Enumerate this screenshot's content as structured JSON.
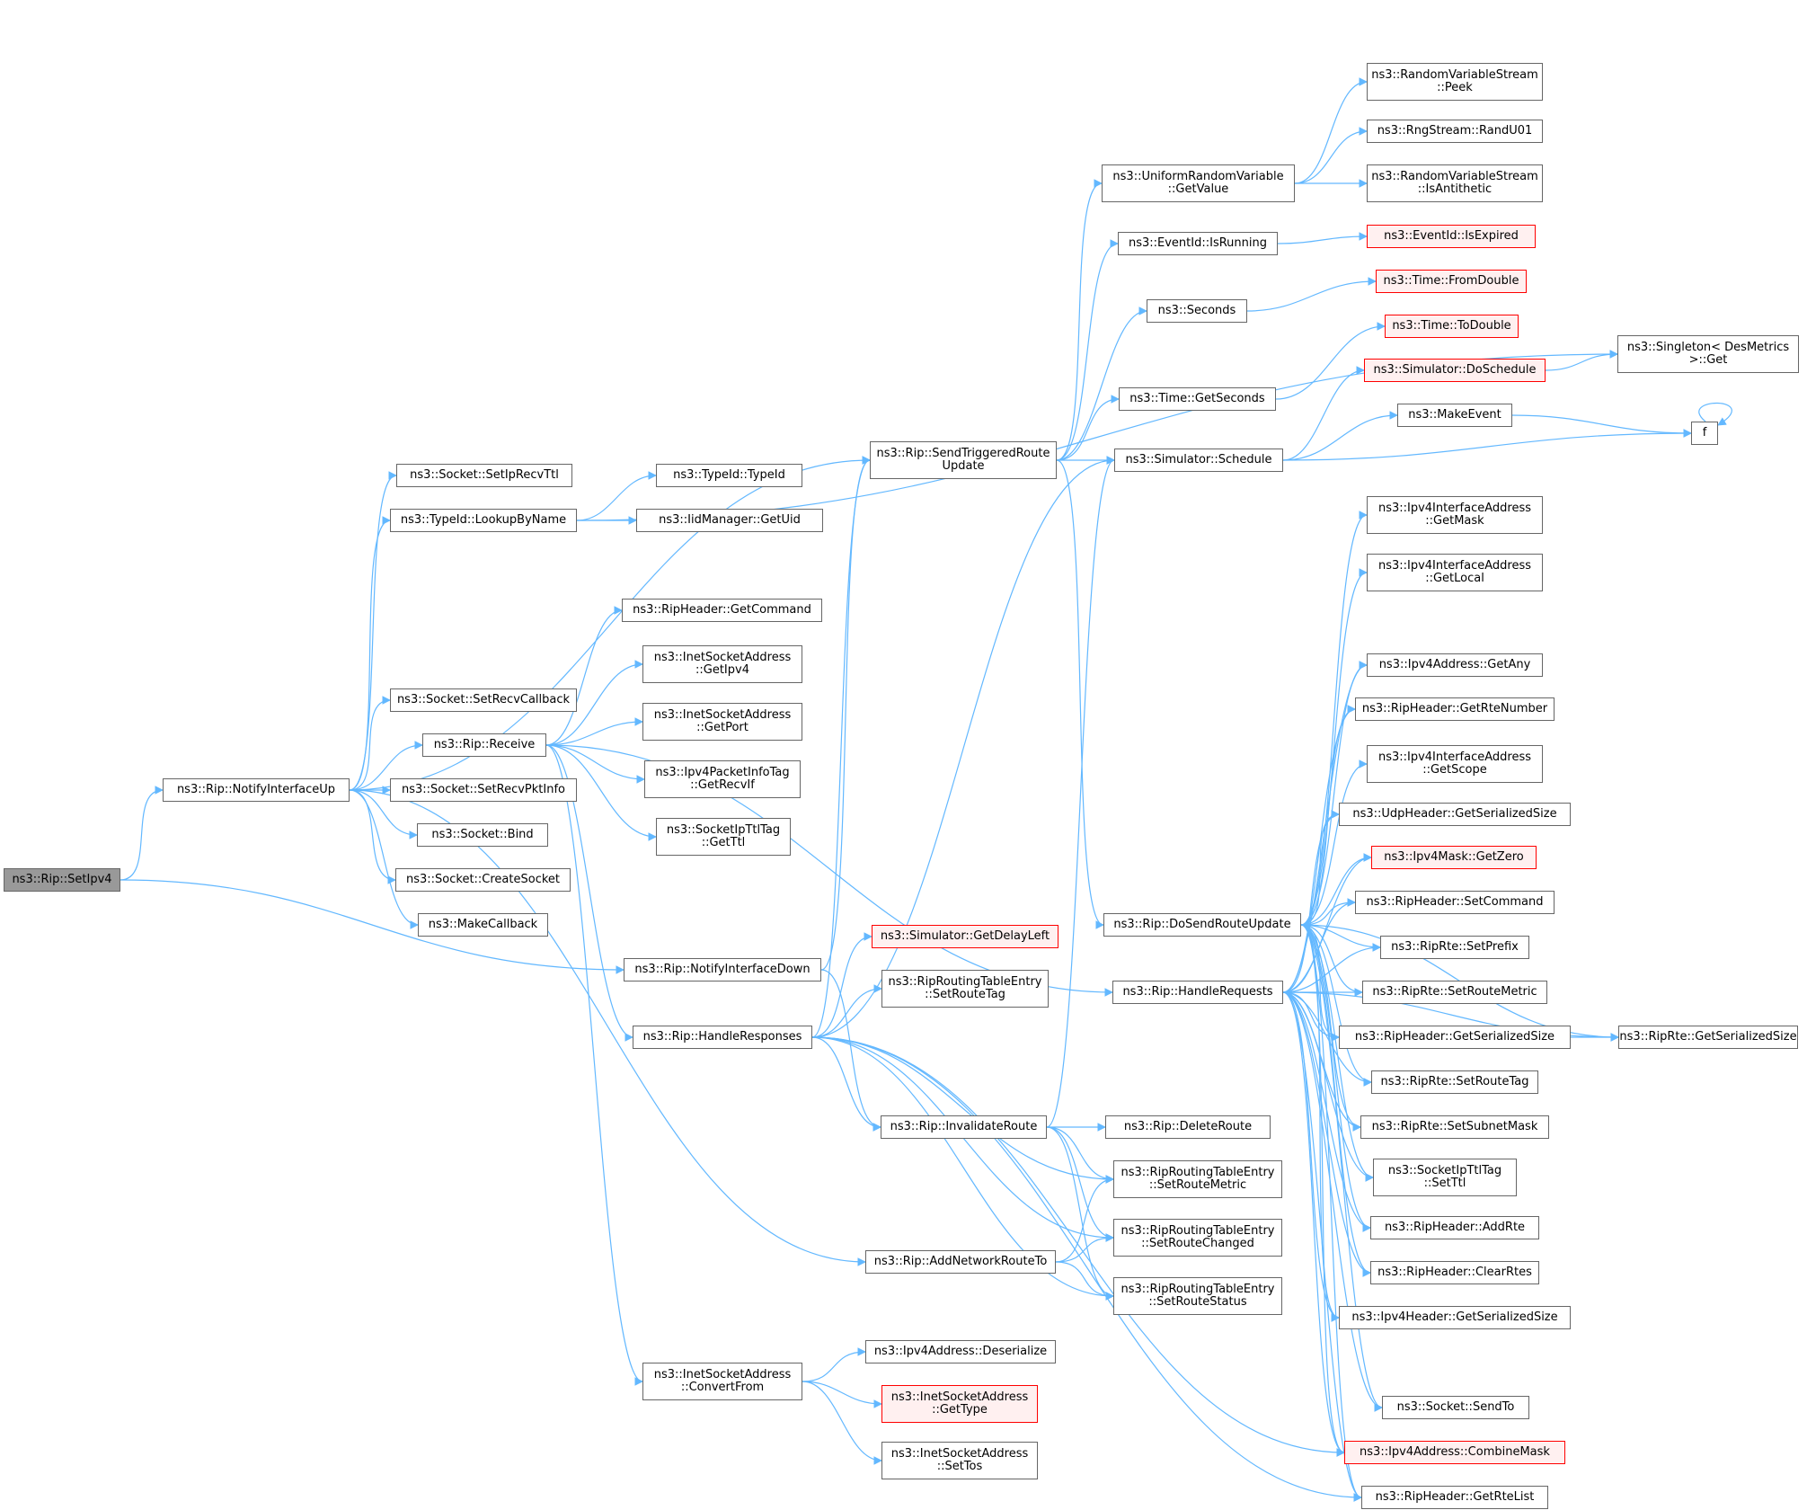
{
  "diagram": {
    "edge_color": "#63b8ff",
    "node_border": "#666666",
    "node_red_border": "#ff0000",
    "node_red_fill": "#fff0f0",
    "current_fill": "#999999",
    "nodes": [
      {
        "id": "setipv4",
        "l1": "ns3::Rip::SetIpv4",
        "l2": "",
        "style": "current"
      },
      {
        "id": "notifyup",
        "l1": "ns3::Rip::NotifyInterfaceUp",
        "l2": "",
        "style": ""
      },
      {
        "id": "setiprecvttl",
        "l1": "ns3::Socket::SetIpRecvTtl",
        "l2": "",
        "style": ""
      },
      {
        "id": "lookupbyname",
        "l1": "ns3::TypeId::LookupByName",
        "l2": "",
        "style": ""
      },
      {
        "id": "typeid",
        "l1": "ns3::TypeId::TypeId",
        "l2": "",
        "style": ""
      },
      {
        "id": "getuid",
        "l1": "ns3::IidManager::GetUid",
        "l2": "",
        "style": ""
      },
      {
        "id": "setrecvcallback",
        "l1": "ns3::Socket::SetRecvCallback",
        "l2": "",
        "style": ""
      },
      {
        "id": "receive",
        "l1": "ns3::Rip::Receive",
        "l2": "",
        "style": ""
      },
      {
        "id": "setrecvpktinfo",
        "l1": "ns3::Socket::SetRecvPktInfo",
        "l2": "",
        "style": ""
      },
      {
        "id": "bind",
        "l1": "ns3::Socket::Bind",
        "l2": "",
        "style": ""
      },
      {
        "id": "createsocket",
        "l1": "ns3::Socket::CreateSocket",
        "l2": "",
        "style": ""
      },
      {
        "id": "makecallback",
        "l1": "ns3::MakeCallback",
        "l2": "",
        "style": ""
      },
      {
        "id": "getcommand",
        "l1": "ns3::RipHeader::GetCommand",
        "l2": "",
        "style": ""
      },
      {
        "id": "getipv4",
        "l1": "ns3::InetSocketAddress",
        "l2": "::GetIpv4",
        "style": ""
      },
      {
        "id": "getport",
        "l1": "ns3::InetSocketAddress",
        "l2": "::GetPort",
        "style": ""
      },
      {
        "id": "getrecvif",
        "l1": "ns3::Ipv4PacketInfoTag",
        "l2": "::GetRecvIf",
        "style": ""
      },
      {
        "id": "getttl",
        "l1": "ns3::SocketIpTtlTag",
        "l2": "::GetTtl",
        "style": ""
      },
      {
        "id": "notifydown",
        "l1": "ns3::Rip::NotifyInterfaceDown",
        "l2": "",
        "style": ""
      },
      {
        "id": "handleresponses",
        "l1": "ns3::Rip::HandleResponses",
        "l2": "",
        "style": ""
      },
      {
        "id": "convertfrom",
        "l1": "ns3::InetSocketAddress",
        "l2": "::ConvertFrom",
        "style": ""
      },
      {
        "id": "sendtriggered",
        "l1": "ns3::Rip::SendTriggeredRoute",
        "l2": "Update",
        "style": ""
      },
      {
        "id": "getdelayleft",
        "l1": "ns3::Simulator::GetDelayLeft",
        "l2": "",
        "style": "red"
      },
      {
        "id": "setroutetag_rte",
        "l1": "ns3::RipRoutingTableEntry",
        "l2": "::SetRouteTag",
        "style": ""
      },
      {
        "id": "invalidateroute",
        "l1": "ns3::Rip::InvalidateRoute",
        "l2": "",
        "style": ""
      },
      {
        "id": "addnetworkroute",
        "l1": "ns3::Rip::AddNetworkRouteTo",
        "l2": "",
        "style": ""
      },
      {
        "id": "deserialize",
        "l1": "ns3::Ipv4Address::Deserialize",
        "l2": "",
        "style": ""
      },
      {
        "id": "gettype",
        "l1": "ns3::InetSocketAddress",
        "l2": "::GetType",
        "style": "red"
      },
      {
        "id": "settos",
        "l1": "ns3::InetSocketAddress",
        "l2": "::SetTos",
        "style": ""
      },
      {
        "id": "urv_getvalue",
        "l1": "ns3::UniformRandomVariable",
        "l2": "::GetValue",
        "style": ""
      },
      {
        "id": "isrunning",
        "l1": "ns3::EventId::IsRunning",
        "l2": "",
        "style": ""
      },
      {
        "id": "seconds",
        "l1": "ns3::Seconds",
        "l2": "",
        "style": ""
      },
      {
        "id": "getseconds",
        "l1": "ns3::Time::GetSeconds",
        "l2": "",
        "style": ""
      },
      {
        "id": "schedule",
        "l1": "ns3::Simulator::Schedule",
        "l2": "",
        "style": ""
      },
      {
        "id": "deleteroute",
        "l1": "ns3::Rip::DeleteRoute",
        "l2": "",
        "style": ""
      },
      {
        "id": "setroutemetric_rte",
        "l1": "ns3::RipRoutingTableEntry",
        "l2": "::SetRouteMetric",
        "style": ""
      },
      {
        "id": "setroutechanged",
        "l1": "ns3::RipRoutingTableEntry",
        "l2": "::SetRouteChanged",
        "style": ""
      },
      {
        "id": "setroutestatus",
        "l1": "ns3::RipRoutingTableEntry",
        "l2": "::SetRouteStatus",
        "style": ""
      },
      {
        "id": "dosendrouteupdate",
        "l1": "ns3::Rip::DoSendRouteUpdate",
        "l2": "",
        "style": ""
      },
      {
        "id": "handlerequests",
        "l1": "ns3::Rip::HandleRequests",
        "l2": "",
        "style": ""
      },
      {
        "id": "peek",
        "l1": "ns3::RandomVariableStream",
        "l2": "::Peek",
        "style": ""
      },
      {
        "id": "randu01",
        "l1": "ns3::RngStream::RandU01",
        "l2": "",
        "style": ""
      },
      {
        "id": "isantithetic",
        "l1": "ns3::RandomVariableStream",
        "l2": "::IsAntithetic",
        "style": ""
      },
      {
        "id": "isexpired",
        "l1": "ns3::EventId::IsExpired",
        "l2": "",
        "style": "red"
      },
      {
        "id": "fromdouble",
        "l1": "ns3::Time::FromDouble",
        "l2": "",
        "style": "red"
      },
      {
        "id": "todouble",
        "l1": "ns3::Time::ToDouble",
        "l2": "",
        "style": "red"
      },
      {
        "id": "doschedule",
        "l1": "ns3::Simulator::DoSchedule",
        "l2": "",
        "style": "red"
      },
      {
        "id": "makeevent",
        "l1": "ns3::MakeEvent",
        "l2": "",
        "style": ""
      },
      {
        "id": "singleton",
        "l1": "ns3::Singleton< DesMetrics",
        "l2": " >::Get",
        "style": ""
      },
      {
        "id": "f",
        "l1": "f",
        "l2": "",
        "style": ""
      },
      {
        "id": "getmask",
        "l1": "ns3::Ipv4InterfaceAddress",
        "l2": "::GetMask",
        "style": ""
      },
      {
        "id": "getlocal",
        "l1": "ns3::Ipv4InterfaceAddress",
        "l2": "::GetLocal",
        "style": ""
      },
      {
        "id": "getany",
        "l1": "ns3::Ipv4Address::GetAny",
        "l2": "",
        "style": ""
      },
      {
        "id": "getrtenumber",
        "l1": "ns3::RipHeader::GetRteNumber",
        "l2": "",
        "style": ""
      },
      {
        "id": "getscope",
        "l1": "ns3::Ipv4InterfaceAddress",
        "l2": "::GetScope",
        "style": ""
      },
      {
        "id": "udp_serialized",
        "l1": "ns3::UdpHeader::GetSerializedSize",
        "l2": "",
        "style": ""
      },
      {
        "id": "getzero",
        "l1": "ns3::Ipv4Mask::GetZero",
        "l2": "",
        "style": "red"
      },
      {
        "id": "setcommand",
        "l1": "ns3::RipHeader::SetCommand",
        "l2": "",
        "style": ""
      },
      {
        "id": "setprefix",
        "l1": "ns3::RipRte::SetPrefix",
        "l2": "",
        "style": ""
      },
      {
        "id": "setroutemetric_riprte",
        "l1": "ns3::RipRte::SetRouteMetric",
        "l2": "",
        "style": ""
      },
      {
        "id": "ripheader_serialized",
        "l1": "ns3::RipHeader::GetSerializedSize",
        "l2": "",
        "style": ""
      },
      {
        "id": "riprte_serialized",
        "l1": "ns3::RipRte::GetSerializedSize",
        "l2": "",
        "style": ""
      },
      {
        "id": "setroutetag_riprte",
        "l1": "ns3::RipRte::SetRouteTag",
        "l2": "",
        "style": ""
      },
      {
        "id": "setsubnetmask",
        "l1": "ns3::RipRte::SetSubnetMask",
        "l2": "",
        "style": ""
      },
      {
        "id": "setttl",
        "l1": "ns3::SocketIpTtlTag",
        "l2": "::SetTtl",
        "style": ""
      },
      {
        "id": "addrte",
        "l1": "ns3::RipHeader::AddRte",
        "l2": "",
        "style": ""
      },
      {
        "id": "clearrtes",
        "l1": "ns3::RipHeader::ClearRtes",
        "l2": "",
        "style": ""
      },
      {
        "id": "ipv4header_serialized",
        "l1": "ns3::Ipv4Header::GetSerializedSize",
        "l2": "",
        "style": ""
      },
      {
        "id": "sendto",
        "l1": "ns3::Socket::SendTo",
        "l2": "",
        "style": ""
      },
      {
        "id": "combinemask",
        "l1": "ns3::Ipv4Address::CombineMask",
        "l2": "",
        "style": "red"
      },
      {
        "id": "getrtelist",
        "l1": "ns3::RipHeader::GetRteList",
        "l2": "",
        "style": ""
      }
    ],
    "edges": [
      [
        "setipv4",
        "notifyup"
      ],
      [
        "setipv4",
        "notifydown"
      ],
      [
        "notifyup",
        "setiprecvttl"
      ],
      [
        "notifyup",
        "lookupbyname"
      ],
      [
        "notifyup",
        "sendtriggered"
      ],
      [
        "notifyup",
        "setrecvcallback"
      ],
      [
        "notifyup",
        "receive"
      ],
      [
        "notifyup",
        "setrecvpktinfo"
      ],
      [
        "notifyup",
        "bind"
      ],
      [
        "notifyup",
        "createsocket"
      ],
      [
        "notifyup",
        "makecallback"
      ],
      [
        "notifyup",
        "addnetworkroute"
      ],
      [
        "lookupbyname",
        "typeid"
      ],
      [
        "lookupbyname",
        "getuid"
      ],
      [
        "lookupbyname",
        "singleton"
      ],
      [
        "receive",
        "getcommand"
      ],
      [
        "receive",
        "getipv4"
      ],
      [
        "receive",
        "getport"
      ],
      [
        "receive",
        "getrecvif"
      ],
      [
        "receive",
        "getttl"
      ],
      [
        "receive",
        "handleresponses"
      ],
      [
        "receive",
        "convertfrom"
      ],
      [
        "receive",
        "handlerequests"
      ],
      [
        "notifydown",
        "sendtriggered"
      ],
      [
        "notifydown",
        "invalidateroute"
      ],
      [
        "handleresponses",
        "sendtriggered"
      ],
      [
        "handleresponses",
        "getdelayleft"
      ],
      [
        "handleresponses",
        "setroutetag_rte"
      ],
      [
        "handleresponses",
        "invalidateroute"
      ],
      [
        "handleresponses",
        "schedule"
      ],
      [
        "handleresponses",
        "setroutemetric_rte"
      ],
      [
        "handleresponses",
        "setroutechanged"
      ],
      [
        "handleresponses",
        "setroutestatus"
      ],
      [
        "handleresponses",
        "combinemask"
      ],
      [
        "handleresponses",
        "getrtelist"
      ],
      [
        "convertfrom",
        "deserialize"
      ],
      [
        "convertfrom",
        "gettype"
      ],
      [
        "convertfrom",
        "settos"
      ],
      [
        "sendtriggered",
        "urv_getvalue"
      ],
      [
        "sendtriggered",
        "isrunning"
      ],
      [
        "sendtriggered",
        "seconds"
      ],
      [
        "sendtriggered",
        "getseconds"
      ],
      [
        "sendtriggered",
        "schedule"
      ],
      [
        "sendtriggered",
        "dosendrouteupdate"
      ],
      [
        "invalidateroute",
        "deleteroute"
      ],
      [
        "invalidateroute",
        "setroutemetric_rte"
      ],
      [
        "invalidateroute",
        "setroutechanged"
      ],
      [
        "invalidateroute",
        "setroutestatus"
      ],
      [
        "invalidateroute",
        "schedule"
      ],
      [
        "addnetworkroute",
        "setroutemetric_rte"
      ],
      [
        "addnetworkroute",
        "setroutechanged"
      ],
      [
        "addnetworkroute",
        "setroutestatus"
      ],
      [
        "urv_getvalue",
        "peek"
      ],
      [
        "urv_getvalue",
        "randu01"
      ],
      [
        "urv_getvalue",
        "isantithetic"
      ],
      [
        "isrunning",
        "isexpired"
      ],
      [
        "seconds",
        "fromdouble"
      ],
      [
        "getseconds",
        "todouble"
      ],
      [
        "schedule",
        "doschedule"
      ],
      [
        "schedule",
        "makeevent"
      ],
      [
        "schedule",
        "f"
      ],
      [
        "doschedule",
        "singleton"
      ],
      [
        "makeevent",
        "f"
      ],
      [
        "f",
        "f"
      ],
      [
        "dosendrouteupdate",
        "getmask"
      ],
      [
        "dosendrouteupdate",
        "getlocal"
      ],
      [
        "dosendrouteupdate",
        "getany"
      ],
      [
        "dosendrouteupdate",
        "getrtenumber"
      ],
      [
        "dosendrouteupdate",
        "getscope"
      ],
      [
        "dosendrouteupdate",
        "udp_serialized"
      ],
      [
        "dosendrouteupdate",
        "getzero"
      ],
      [
        "dosendrouteupdate",
        "setcommand"
      ],
      [
        "dosendrouteupdate",
        "setprefix"
      ],
      [
        "dosendrouteupdate",
        "setroutemetric_riprte"
      ],
      [
        "dosendrouteupdate",
        "ripheader_serialized"
      ],
      [
        "dosendrouteupdate",
        "riprte_serialized"
      ],
      [
        "dosendrouteupdate",
        "setroutetag_riprte"
      ],
      [
        "dosendrouteupdate",
        "setsubnetmask"
      ],
      [
        "dosendrouteupdate",
        "setttl"
      ],
      [
        "dosendrouteupdate",
        "addrte"
      ],
      [
        "dosendrouteupdate",
        "clearrtes"
      ],
      [
        "dosendrouteupdate",
        "ipv4header_serialized"
      ],
      [
        "dosendrouteupdate",
        "sendto"
      ],
      [
        "dosendrouteupdate",
        "combinemask"
      ],
      [
        "dosendrouteupdate",
        "getrtelist"
      ],
      [
        "handlerequests",
        "getany"
      ],
      [
        "handlerequests",
        "getrtenumber"
      ],
      [
        "handlerequests",
        "udp_serialized"
      ],
      [
        "handlerequests",
        "getzero"
      ],
      [
        "handlerequests",
        "setcommand"
      ],
      [
        "handlerequests",
        "setprefix"
      ],
      [
        "handlerequests",
        "setroutemetric_riprte"
      ],
      [
        "handlerequests",
        "ripheader_serialized"
      ],
      [
        "handlerequests",
        "setroutetag_riprte"
      ],
      [
        "handlerequests",
        "setsubnetmask"
      ],
      [
        "handlerequests",
        "setttl"
      ],
      [
        "handlerequests",
        "addrte"
      ],
      [
        "handlerequests",
        "clearrtes"
      ],
      [
        "handlerequests",
        "ipv4header_serialized"
      ],
      [
        "handlerequests",
        "sendto"
      ],
      [
        "handlerequests",
        "combinemask"
      ],
      [
        "handlerequests",
        "getrtelist"
      ],
      [
        "handlerequests",
        "riprte_serialized"
      ],
      [
        "ripheader_serialized",
        "riprte_serialized"
      ]
    ]
  }
}
